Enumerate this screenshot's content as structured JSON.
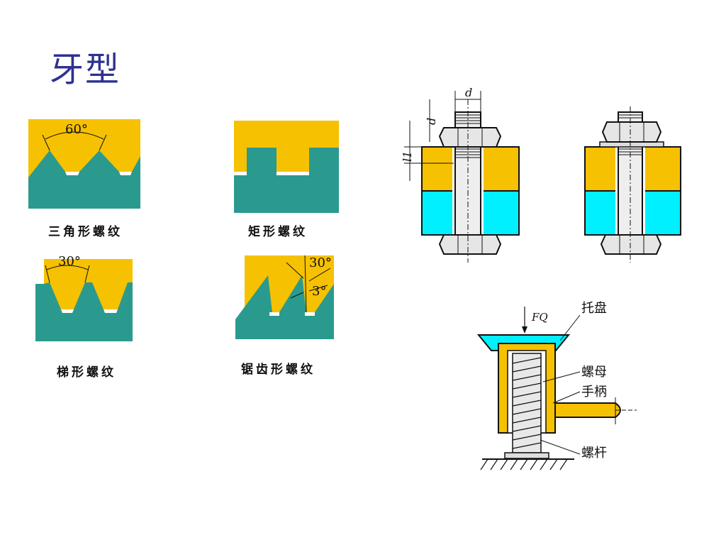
{
  "title": "牙型",
  "threads": {
    "triangular": {
      "caption": "三角形螺纹",
      "angle": "60°"
    },
    "rectangular": {
      "caption": "矩形螺纹"
    },
    "trapezoidal": {
      "caption": "梯形螺纹",
      "angle": "30°"
    },
    "buttress": {
      "caption": "锯齿形螺纹",
      "angle_front": "30°",
      "angle_back": "3°"
    }
  },
  "bolt_joint": {
    "dim_d": "d",
    "dim_d_side": "d",
    "dim_l1": "l1"
  },
  "screw_jack": {
    "force": "FQ",
    "labels": {
      "tray": "托盘",
      "nut": "螺母",
      "handle": "手柄",
      "screw": "螺杆"
    }
  },
  "colors": {
    "yellow": "#F6C100",
    "teal": "#2A9A8E",
    "cyan": "#00F0FF",
    "title": "#2E3192"
  }
}
